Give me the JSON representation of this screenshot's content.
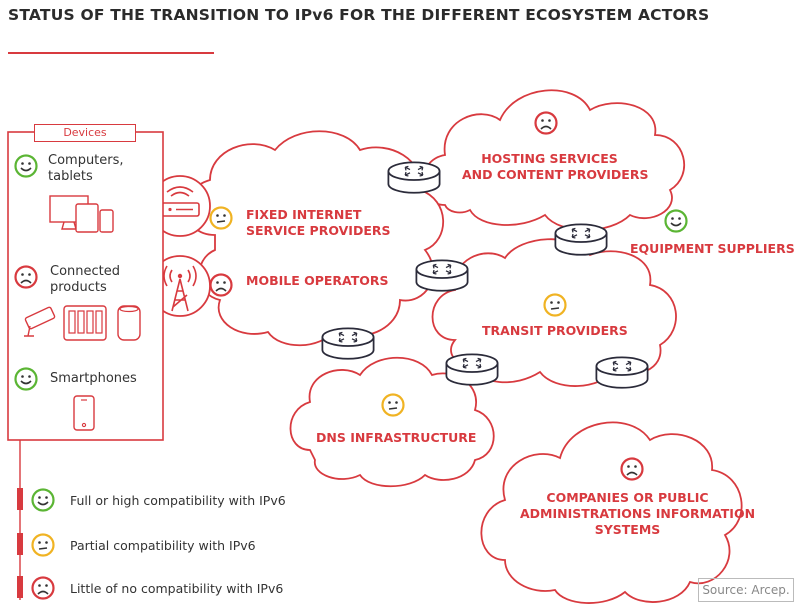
{
  "title": "STATUS OF THE TRANSITION TO IPv6 FOR THE DIFFERENT ECOSYSTEM ACTORS",
  "devices": {
    "header": "Devices",
    "items": [
      {
        "line1": "Computers,",
        "line2": "tablets",
        "status": "full"
      },
      {
        "line1": "Connected",
        "line2": "products",
        "status": "little"
      },
      {
        "line1": "Smartphones",
        "line2": "",
        "status": "full"
      }
    ]
  },
  "actors": {
    "fixed_line1": "FIXED INTERNET",
    "fixed_line2": "SERVICE PROVIDERS",
    "mobile": "MOBILE OPERATORS",
    "hosting_line1": "HOSTING SERVICES",
    "hosting_line2": "AND CONTENT PROVIDERS",
    "equipment": "EQUIPMENT SUPPLIERS",
    "transit": "TRANSIT PROVIDERS",
    "dns": "DNS INFRASTRUCTURE",
    "companies_line1": "COMPANIES OR PUBLIC",
    "companies_line2": "ADMINISTRATIONS INFORMATION",
    "companies_line3": "SYSTEMS"
  },
  "legend": {
    "full": "Full or high compatibility with IPv6",
    "partial": "Partial compatibility with IPv6",
    "little": "Little of no compatibility with IPv6"
  },
  "source": "Source: Arcep.",
  "colors": {
    "accent": "#d83a3f",
    "full": "#5bb534",
    "partial": "#f0b323",
    "little": "#d83a3f",
    "router_stroke": "#2b2b3a"
  }
}
